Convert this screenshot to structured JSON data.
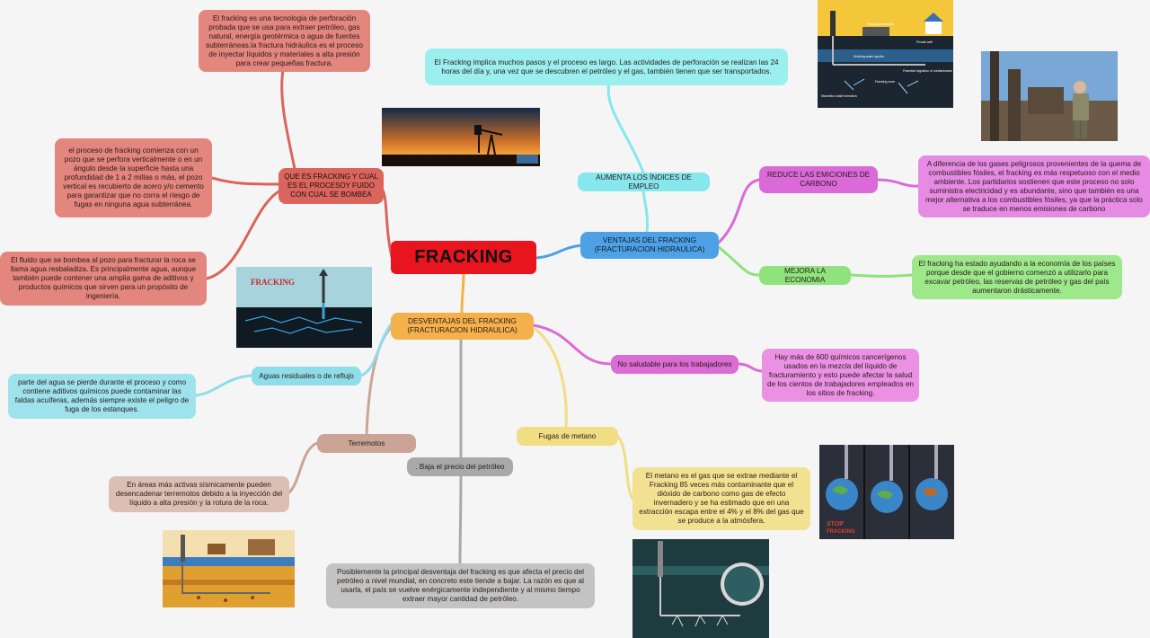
{
  "central": {
    "label": "FRACKING"
  },
  "branches": {
    "que_es": {
      "label": "QUE ES FRACKING Y CUAL ES EL PROCESOY FUIDO CON CUAL SE BOMBEA",
      "details": [
        "El fracking es una tecnologia de perforación probada que se usa para extraer petróleo, gas natural, energía geotérmica o agua de fuentes subterráneas.la fractura hidráulica es el proceso de inyectar líquidos y materiales a alta presión para crear pequeñas fractura.",
        "el proceso de fracking comienza con un pozo que se perfora verticalmente o en un ángulo desde la superficie hasta una profundidad de 1 a 2 millas o más, el pozo vertical es recubierto de acero y/o cemento para garantizar que no corra el riesgo de fugas en ninguna agua subterránea.",
        "El fluido que se bombea al pozo para fracturar la roca se llama agua resbaladiza. Es principalmente agua, aunque también puede contener una amplia gama de aditivos y productos químicos que sirven para un propósito de ingeniería."
      ]
    },
    "ventajas": {
      "label": "VENTAJAS DEL FRACKING (FRACTURACION HIDRAULICA)",
      "empleo": {
        "label": "AUMENTA LOS ÍNDICES DE EMPLEO",
        "detail": "El Fracking implica muchos pasos y el proceso es largo. Las actividades de perforación se realizan las 24 horas del día y, una vez que se descubren el petróleo y el gas, también tienen que ser transportados."
      },
      "emisiones": {
        "label": "REDUCE LAS EMICIONES DE CARBONO",
        "detail": "A diferencia de los gases peligrosos provenientes de la quema de combustibles fósiles, el fracking es más respetuoso con el medio ambiente. Los partidarios sostienen que este proceso no solo suministra electricidad y es abundante, sino que también es una mejor alternativa a los combustibles fósiles, ya que la práctica solo se traduce en menos emisiones de carbono"
      },
      "economia": {
        "label": "MEJORA LA ECONOMIA",
        "detail": "El fracking ha estado ayudando a la economía de los países porque desde que el gobierno comenzó a utilizarlo para excavar petróleo, las reservas de petróleo y gas del país aumentaron drásticamente."
      }
    },
    "desventajas": {
      "label": "DESVENTAJAS DEL FRACKING (FRACTURACION HIDRAULICA)",
      "trabajadores": {
        "label": "No saludable para los trabajadores",
        "detail": "Hay más de 600 químicos cancerígenos usados en la mezcla del líquido de fracturamiento y esto puede afectar la salud de los cientos de trabajadores empleados en los sitios de fracking."
      },
      "metano": {
        "label": "Fugas de metano",
        "detail": "El metano es el gas que se extrae mediante el Fracking 85 veces más contaminante que el dióxido de carbono como gas de efecto invernadero y se ha estimado que en una extracción escapa entre el 4% y el 8% del gas que se produce a la atmósfera."
      },
      "petroleo": {
        "label": ". Baja el precio del petróleo",
        "detail": "Posiblemente la principal desventaja del fracking es que afecta el precio del petróleo a nivel mundial, en concreto este tiende a bajar. La razón es que al usarla, el país se vuelve enérgicamente independiente y al mismo tiempo extraer mayor cantidad de petróleo."
      },
      "terremotos": {
        "label": "Terremotos",
        "detail": "En áreas más activas sísmicamente pueden desencadenar terremotos debido a la inyección del líquido a alta presión y la rotura de la roca."
      },
      "aguas": {
        "label": "Aguas residuales o de reflujo",
        "detail": "parte del agua se pierde durante el proceso y como contiene aditivos químicos puede contaminar las faldas acuíferas, además siempre existe el peligro de fuga de los estanques."
      }
    }
  },
  "images": {
    "fracking_poster_title": "FRACKING",
    "groundwater_labels": [
      "Fracking chemicals",
      "Private well",
      "Drinking water aquifer",
      "Potential migration of contaminants",
      "Fracking zone",
      "Marcellus shale formation"
    ],
    "earth_poster_lines": [
      "STOP",
      "FRACKING"
    ]
  },
  "colors": {
    "central": "#e8141e",
    "que_es": "#d9655c",
    "que_es_detail": "#e3867d",
    "ventajas": "#4da1e4",
    "empleo": "#86e7ec",
    "emisiones": "#d96ad8",
    "emisiones_detail": "#e58be3",
    "economia": "#8fe27c",
    "desventajas": "#f4b04b",
    "trabajadores": "#db6bd5",
    "trabajadores_detail": "#ea91e4",
    "metano": "#f0dd84",
    "metano_detail": "#f1e191",
    "petroleo": "#a9a9a9",
    "petroleo_detail": "#c3c3c3",
    "terremotos": "#caa596",
    "terremotos_detail": "#dbbfb3",
    "aguas": "#8fdde9",
    "aguas_detail": "#9de2ed"
  }
}
